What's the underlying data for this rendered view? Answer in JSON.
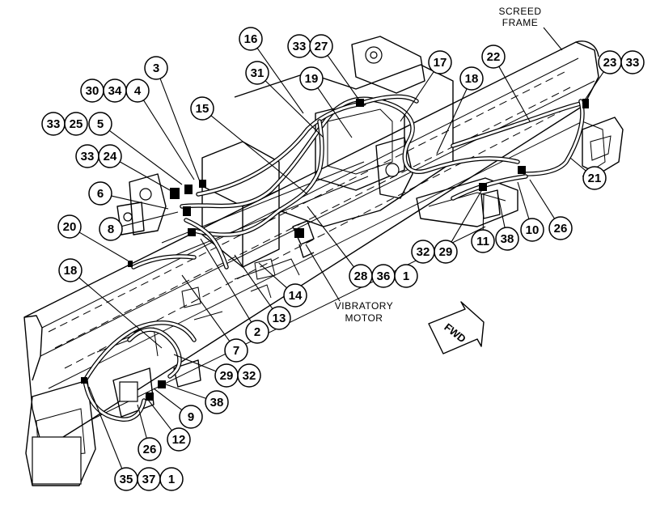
{
  "labels": {
    "screed_frame_line1": "SCREED",
    "screed_frame_line2": "FRAME",
    "vibratory_motor_line1": "VIBRATORY",
    "vibratory_motor_line2": "MOTOR",
    "fwd": "FWD"
  },
  "callouts": [
    {
      "id": "c16",
      "text": "16"
    },
    {
      "id": "c33a",
      "text": "33"
    },
    {
      "id": "c27",
      "text": "27"
    },
    {
      "id": "c17",
      "text": "17"
    },
    {
      "id": "c22",
      "text": "22"
    },
    {
      "id": "c23",
      "text": "23"
    },
    {
      "id": "c33b",
      "text": "33"
    },
    {
      "id": "c3",
      "text": "3"
    },
    {
      "id": "c31",
      "text": "31"
    },
    {
      "id": "c19",
      "text": "19"
    },
    {
      "id": "c18a",
      "text": "18"
    },
    {
      "id": "c30",
      "text": "30"
    },
    {
      "id": "c34",
      "text": "34"
    },
    {
      "id": "c4",
      "text": "4"
    },
    {
      "id": "c15",
      "text": "15"
    },
    {
      "id": "c33c",
      "text": "33"
    },
    {
      "id": "c25",
      "text": "25"
    },
    {
      "id": "c5",
      "text": "5"
    },
    {
      "id": "c33d",
      "text": "33"
    },
    {
      "id": "c24",
      "text": "24"
    },
    {
      "id": "c21",
      "text": "21"
    },
    {
      "id": "c6",
      "text": "6"
    },
    {
      "id": "c8",
      "text": "8"
    },
    {
      "id": "c26a",
      "text": "26"
    },
    {
      "id": "c10",
      "text": "10"
    },
    {
      "id": "c20",
      "text": "20"
    },
    {
      "id": "c38a",
      "text": "38"
    },
    {
      "id": "c11",
      "text": "11"
    },
    {
      "id": "c29a",
      "text": "29"
    },
    {
      "id": "c32a",
      "text": "32"
    },
    {
      "id": "c18b",
      "text": "18"
    },
    {
      "id": "c28",
      "text": "28"
    },
    {
      "id": "c36",
      "text": "36"
    },
    {
      "id": "c1a",
      "text": "1"
    },
    {
      "id": "c14",
      "text": "14"
    },
    {
      "id": "c13",
      "text": "13"
    },
    {
      "id": "c2",
      "text": "2"
    },
    {
      "id": "c7",
      "text": "7"
    },
    {
      "id": "c29b",
      "text": "29"
    },
    {
      "id": "c32b",
      "text": "32"
    },
    {
      "id": "c38b",
      "text": "38"
    },
    {
      "id": "c9",
      "text": "9"
    },
    {
      "id": "c12",
      "text": "12"
    },
    {
      "id": "c26b",
      "text": "26"
    },
    {
      "id": "c35",
      "text": "35"
    },
    {
      "id": "c37",
      "text": "37"
    },
    {
      "id": "c1b",
      "text": "1"
    }
  ]
}
